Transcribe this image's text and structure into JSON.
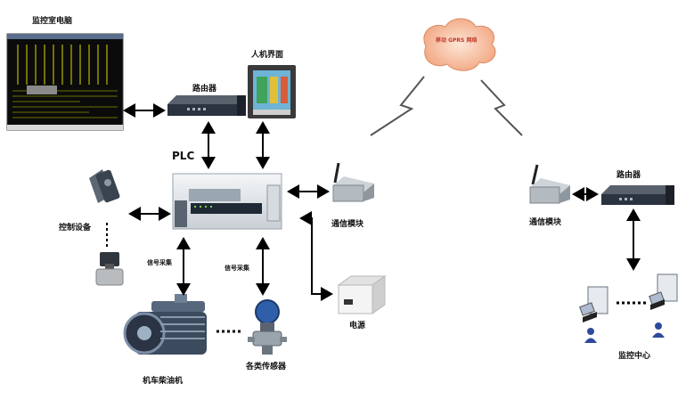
{
  "labels": {
    "monitor_pc": "监控室电脑",
    "router_left": "路由器",
    "hmi": "人机界面",
    "plc": "PLC",
    "control_device": "控制设备",
    "signal_acq_left": "信号采集",
    "signal_acq_right": "信号采集",
    "engine": "机车柴油机",
    "sensors": "各类传感器",
    "power": "电源",
    "comm_module_left": "通信模块",
    "cloud": "移动 GPRS 网络",
    "comm_module_right": "通信模块",
    "router_right": "路由器",
    "monitor_center": "监控中心"
  },
  "colors": {
    "arrow": "#000000",
    "device_dark": "#2b3340",
    "plc_body": "#e8ecef",
    "cloud_fill": "#f5c2a6",
    "cloud_text": "#c0392b",
    "screen_bg": "#0b0b0b",
    "screen_grid": "#d7d900",
    "user_blue": "#2d4a9a"
  },
  "icons": [
    "monitor-screen",
    "router",
    "hmi-panel",
    "plc-unit",
    "solenoid-valve",
    "diesel-engine",
    "pressure-sensor",
    "power-supply",
    "antenna-module",
    "gprs-cloud",
    "lightning-link",
    "workstation",
    "user"
  ]
}
